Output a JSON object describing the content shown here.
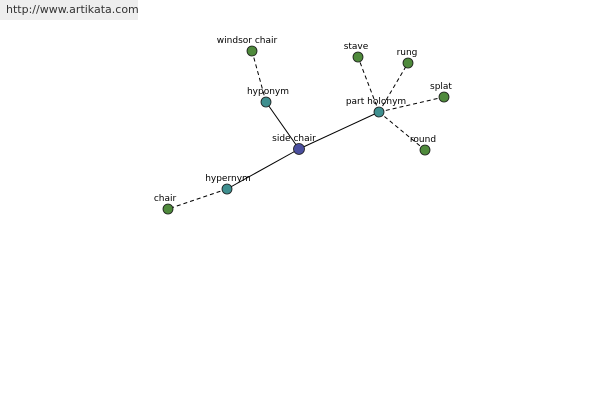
{
  "source_link": "http://www.artikata.com",
  "colors": {
    "center": "#4b4f9e",
    "relation": "#3f8f8f",
    "term": "#4f8a3c"
  },
  "nodes": [
    {
      "id": "side-chair",
      "label": "side chair",
      "kind": "center"
    },
    {
      "id": "hyponym",
      "label": "hyponym",
      "kind": "relation"
    },
    {
      "id": "part-holonym",
      "label": "part holonym",
      "kind": "relation"
    },
    {
      "id": "hypernym",
      "label": "hypernym",
      "kind": "relation"
    },
    {
      "id": "windsor-chair",
      "label": "windsor chair",
      "kind": "term"
    },
    {
      "id": "stave",
      "label": "stave",
      "kind": "term"
    },
    {
      "id": "rung",
      "label": "rung",
      "kind": "term"
    },
    {
      "id": "splat",
      "label": "splat",
      "kind": "term"
    },
    {
      "id": "round",
      "label": "round",
      "kind": "term"
    },
    {
      "id": "chair",
      "label": "chair",
      "kind": "term"
    }
  ],
  "edges": [
    {
      "from": "side-chair",
      "to": "hyponym",
      "style": "solid"
    },
    {
      "from": "side-chair",
      "to": "part-holonym",
      "style": "solid"
    },
    {
      "from": "side-chair",
      "to": "hypernym",
      "style": "solid"
    },
    {
      "from": "hyponym",
      "to": "windsor-chair",
      "style": "dashed"
    },
    {
      "from": "part-holonym",
      "to": "stave",
      "style": "dashed"
    },
    {
      "from": "part-holonym",
      "to": "rung",
      "style": "dashed"
    },
    {
      "from": "part-holonym",
      "to": "splat",
      "style": "dashed"
    },
    {
      "from": "part-holonym",
      "to": "round",
      "style": "dashed"
    },
    {
      "from": "hypernym",
      "to": "chair",
      "style": "dashed"
    }
  ]
}
